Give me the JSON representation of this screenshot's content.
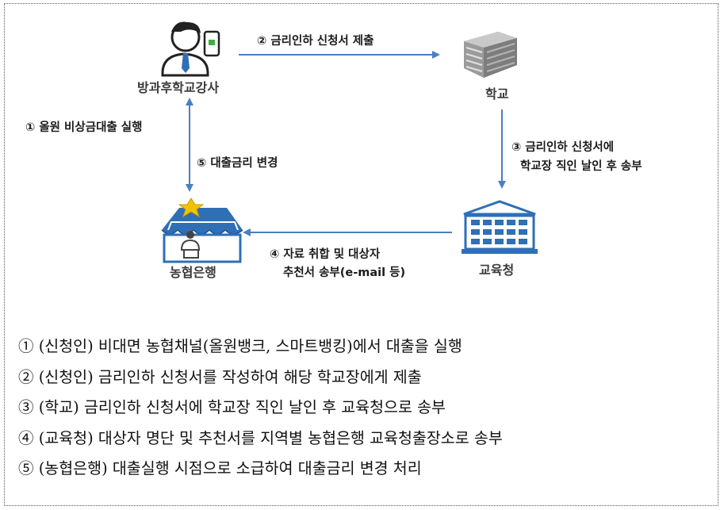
{
  "nodes": {
    "teacher": "방과후학교강사",
    "school": "학교",
    "bank": "농협은행",
    "office": "교육청"
  },
  "arrows": {
    "step1": "① 올원 비상금대출 실행",
    "step2": "② 금리인하 신청서 제출",
    "step3_line1": "③ 금리인하 신청서에",
    "step3_line2": "학교장 직인 날인 후 송부",
    "step4_line1": "④ 자료 취합 및 대상자",
    "step4_line2": "추천서 송부(e-mail 등)",
    "step5": "⑤ 대출금리 변경"
  },
  "notes": [
    "① (신청인) 비대면 농협채널(올원뱅크, 스마트뱅킹)에서 대출을 실행",
    "② (신청인) 금리인하 신청서를 작성하여 해당 학교장에게 제출",
    "③ (학교) 금리인하 신청서에 학교장 직인 날인 후 교육청으로 송부",
    "④ (교육청) 대상자 명단 및 추천서를 지역별 농협은행 교육청출장소로 송부",
    "⑤ (농협은행) 대출실행 시점으로 소급하여 대출금리 변경 처리"
  ],
  "colors": {
    "arrow": "#4a7fc1",
    "icon_blue": "#2f6fb6",
    "icon_gray": "#6b6b6b"
  }
}
